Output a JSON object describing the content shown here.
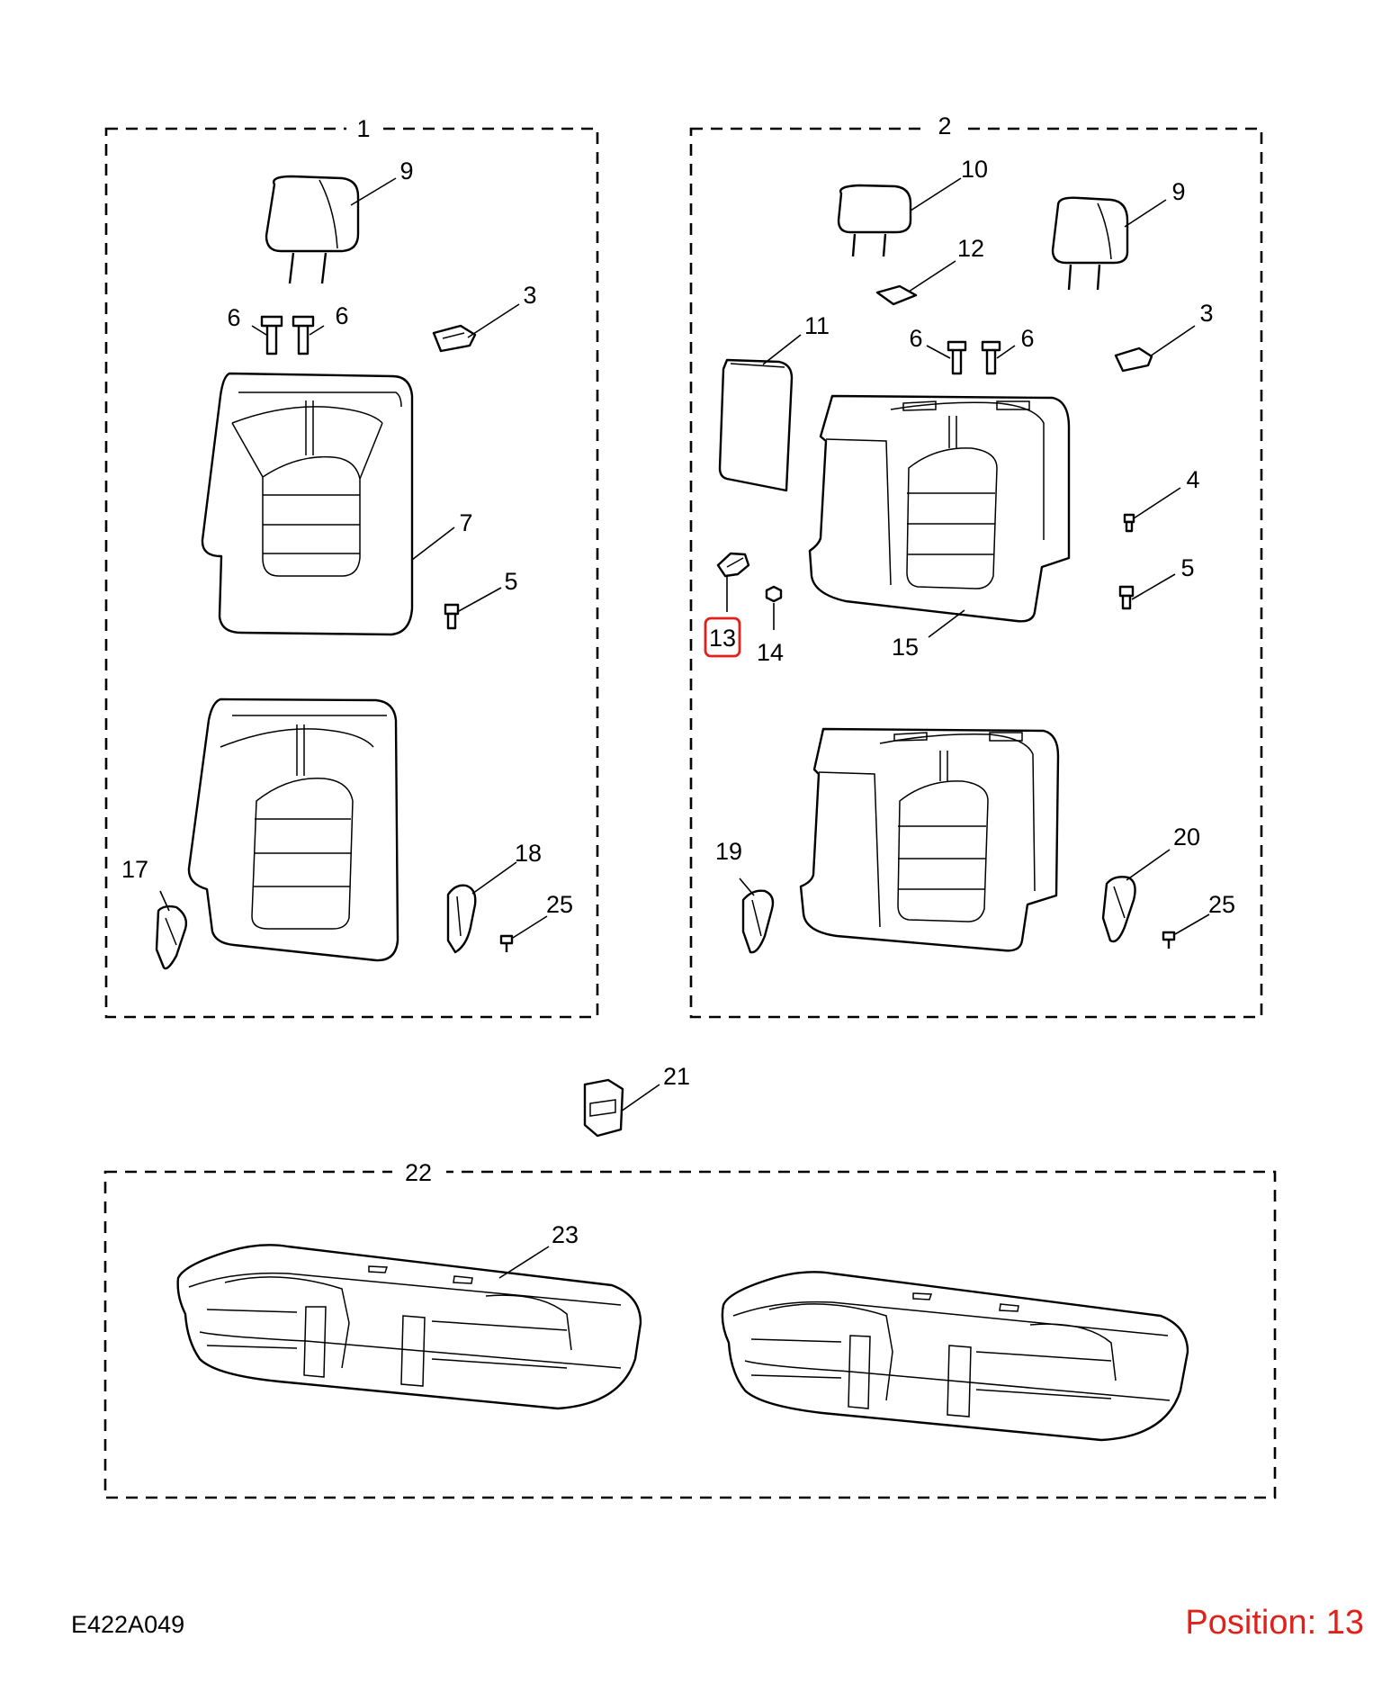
{
  "groups": {
    "g1": "1",
    "g2": "2",
    "g22": "22"
  },
  "callouts": {
    "c9a": "9",
    "c6a": "6",
    "c6b": "6",
    "c3a": "3",
    "c7": "7",
    "c5a": "5",
    "c17": "17",
    "c18": "18",
    "c25a": "25",
    "c10": "10",
    "c9b": "9",
    "c12": "12",
    "c11": "11",
    "c6c": "6",
    "c6d": "6",
    "c3b": "3",
    "c4": "4",
    "c5b": "5",
    "c13": "13",
    "c14": "14",
    "c15": "15",
    "c19": "19",
    "c20": "20",
    "c25b": "25",
    "c21": "21",
    "c23": "23"
  },
  "highlighted_callout": "13",
  "highlight_color": "#e0201b",
  "footer": {
    "diagram_id": "E422A049",
    "position": "Position: 13"
  }
}
